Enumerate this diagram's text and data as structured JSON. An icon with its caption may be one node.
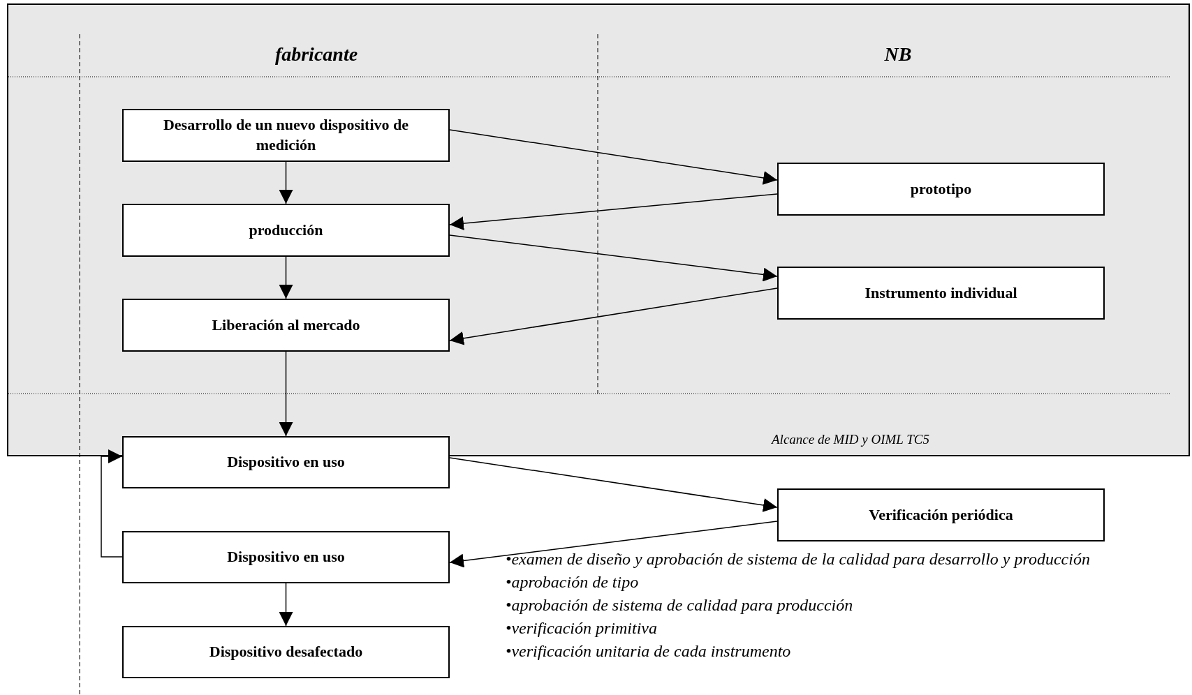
{
  "diagram": {
    "nodes": [
      {
        "text": [
          "Alcance de MID y OIML TC5"
        ]
      },
      {
        "text": [
          "Desarrollo de un nuevo dispositivo de medición"
        ],
        "in": 0
      },
      {
        "text": [
          "producción"
        ],
        "in": 0
      },
      {
        "text": [
          "Liberación al mercado"
        ],
        "in": 0
      },
      {
        "text": [
          "prototipo"
        ],
        "in": 0
      },
      {
        "text": [
          "Instrumento individual"
        ],
        "in": 0
      },
      {
        "text": [
          "Dispositivo en uso"
        ]
      },
      {
        "text": [
          "Dispositivo en uso"
        ]
      },
      {
        "text": [
          "Dispositivo desafectado"
        ]
      },
      {
        "text": [
          "Verificación periódica"
        ]
      }
    ],
    "edges": [
      {
        "from": 1,
        "to": 2,
        "arrow": "to"
      },
      {
        "from": 2,
        "to": 3,
        "arrow": "to"
      },
      {
        "from": 3,
        "to": 6,
        "arrow": "to"
      },
      {
        "from": 7,
        "to": 8,
        "arrow": "to"
      },
      {
        "from": 7,
        "to": 6,
        "arrow": "to"
      },
      {
        "from": 1,
        "to": 4,
        "arrow": "to"
      },
      {
        "from": 4,
        "to": 2,
        "arrow": "to"
      },
      {
        "from": 2,
        "to": 5,
        "arrow": "to"
      },
      {
        "from": 5,
        "to": 3,
        "arrow": "to"
      },
      {
        "from": 6,
        "to": 9,
        "arrow": "to"
      },
      {
        "from": 9,
        "to": 7,
        "arrow": "to"
      }
    ],
    "labels": [
      "fabricante",
      "NB",
      "•examen de diseño y aprobación de sistema de la calidad para desarrollo y producción",
      "•aprobación de tipo",
      "•aprobación de sistema de calidad para producción",
      "•verificación primitiva",
      "•verificación unitaria de cada instrumento"
    ]
  }
}
